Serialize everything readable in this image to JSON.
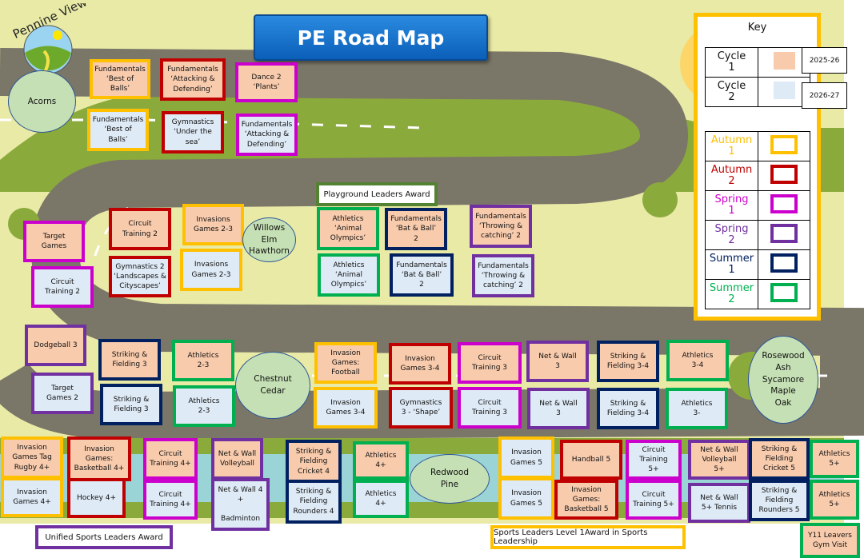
{
  "title": "PE Road Map",
  "logo_text": "Pennine View",
  "colors": {
    "autumn1": "#FFC000",
    "autumn2": "#C00000",
    "spring1": "#CC00CC",
    "spring2": "#7030A0",
    "summer1": "#002060",
    "summer2": "#00B050",
    "cycle1": "#F8CBAD",
    "cycle2": "#DEEAF6",
    "award_green": "#548235"
  },
  "key": {
    "title": "Key",
    "cycles": [
      {
        "label": "Cycle\n1",
        "year": "2025-26",
        "fill": "cycle1"
      },
      {
        "label": "Cycle\n2",
        "year": "2026-27",
        "fill": "cycle2"
      }
    ],
    "terms": [
      {
        "label": "Autumn\n1",
        "color": "autumn1"
      },
      {
        "label": "Autumn\n2",
        "color": "autumn2"
      },
      {
        "label": "Spring\n1",
        "color": "spring1"
      },
      {
        "label": "Spring\n2",
        "color": "spring2"
      },
      {
        "label": "Summer\n1",
        "color": "summer1"
      },
      {
        "label": "Summer\n2",
        "color": "summer2"
      }
    ]
  },
  "groups": [
    "Acorns",
    "Willows\nElm\nHawthorn",
    "Chestnut\nCedar",
    "Redwood\nPine",
    "Rosewood\nAsh\nSycamore\nMaple\nOak"
  ],
  "awards": [
    {
      "text": "Playground Leaders Award",
      "color": "award_green"
    },
    {
      "text": "Unified Sports Leaders Award",
      "color": "spring2"
    },
    {
      "text": "Sports Leaders Level 1Award in Sports Leadership",
      "color": "autumn1"
    }
  ],
  "units": [
    {
      "text": "Fundamentals\n‘Best of\nBalls’",
      "cycle": 1,
      "term": "autumn1"
    },
    {
      "text": "Fundamentals\n‘Attacking &\nDefending’",
      "cycle": 1,
      "term": "autumn2"
    },
    {
      "text": "Dance 2\n‘Plants’",
      "cycle": 1,
      "term": "spring1"
    },
    {
      "text": "Fundamentals\n‘Best of\nBalls’",
      "cycle": 2,
      "term": "autumn1"
    },
    {
      "text": "Gymnastics\n‘Under the\nsea’",
      "cycle": 2,
      "term": "autumn2"
    },
    {
      "text": "Fundamentals\n‘Attacking &\nDefending’",
      "cycle": 2,
      "term": "spring1"
    },
    {
      "text": "Target\nGames",
      "cycle": 1,
      "term": "spring1"
    },
    {
      "text": "Circuit\nTraining 2",
      "cycle": 1,
      "term": "autumn2"
    },
    {
      "text": "Invasions\nGames 2-3",
      "cycle": 1,
      "term": "autumn1"
    },
    {
      "text": "Circuit\nTraining 2",
      "cycle": 2,
      "term": "spring1"
    },
    {
      "text": "Gymnastics 2\n‘Landscapes &\nCityscapes’",
      "cycle": 2,
      "term": "autumn2"
    },
    {
      "text": "Invasions\nGames 2-3",
      "cycle": 2,
      "term": "autumn1"
    },
    {
      "text": "Athletics\n‘Animal\nOlympics’",
      "cycle": 1,
      "term": "summer2"
    },
    {
      "text": "Fundamentals\n‘Bat & Ball’\n2",
      "cycle": 1,
      "term": "summer1"
    },
    {
      "text": "Fundamentals\n‘Throwing &\ncatching’ 2",
      "cycle": 1,
      "term": "spring2"
    },
    {
      "text": "Athletics\n‘Animal\nOlympics’",
      "cycle": 2,
      "term": "summer2"
    },
    {
      "text": "Fundamentals\n‘Bat & Ball’\n2",
      "cycle": 2,
      "term": "summer1"
    },
    {
      "text": "Fundamentals\n‘Throwing &\ncatching’ 2",
      "cycle": 2,
      "term": "spring2"
    },
    {
      "text": "Dodgeball 3",
      "cycle": 1,
      "term": "spring2"
    },
    {
      "text": "Target\nGames 2",
      "cycle": 2,
      "term": "spring2"
    },
    {
      "text": "Striking &\nFielding 3",
      "cycle": 1,
      "term": "summer1"
    },
    {
      "text": "Striking &\nFielding 3",
      "cycle": 2,
      "term": "summer1"
    },
    {
      "text": "Athletics\n2-3",
      "cycle": 1,
      "term": "summer2"
    },
    {
      "text": "Athletics\n2-3",
      "cycle": 2,
      "term": "summer2"
    },
    {
      "text": "Invasion\nGames:\nFootball",
      "cycle": 1,
      "term": "autumn1"
    },
    {
      "text": "Invasion\nGames 3-4",
      "cycle": 2,
      "term": "autumn1"
    },
    {
      "text": "Invasion\nGames 3-4",
      "cycle": 1,
      "term": "autumn2"
    },
    {
      "text": "Gymnastics\n3 - ‘Shape’",
      "cycle": 2,
      "term": "autumn2"
    },
    {
      "text": "Circuit\nTraining 3",
      "cycle": 1,
      "term": "spring1"
    },
    {
      "text": "Circuit\nTraining 3",
      "cycle": 2,
      "term": "spring1"
    },
    {
      "text": "Net & Wall\n3",
      "cycle": 1,
      "term": "spring2"
    },
    {
      "text": "Net & Wall\n3",
      "cycle": 2,
      "term": "spring2"
    },
    {
      "text": "Striking &\nFielding 3-4",
      "cycle": 1,
      "term": "summer1"
    },
    {
      "text": "Striking &\nFielding 3-4",
      "cycle": 2,
      "term": "summer1"
    },
    {
      "text": "Athletics\n3-4",
      "cycle": 1,
      "term": "summer2"
    },
    {
      "text": "Athletics\n3-",
      "cycle": 2,
      "term": "summer2"
    },
    {
      "text": "Invasion\nGames Tag\nRugby 4+",
      "cycle": 1,
      "term": "autumn1"
    },
    {
      "text": "Invasion\nGames 4+",
      "cycle": 2,
      "term": "autumn1"
    },
    {
      "text": "Invasion\nGames:\nBasketball 4+",
      "cycle": 1,
      "term": "autumn2"
    },
    {
      "text": "Hockey 4+",
      "cycle": 2,
      "term": "autumn2"
    },
    {
      "text": "Circuit\nTraining 4+",
      "cycle": 1,
      "term": "spring1"
    },
    {
      "text": "Circuit\nTraining 4+",
      "cycle": 2,
      "term": "spring1"
    },
    {
      "text": "Net & Wall\nVolleyball",
      "cycle": 1,
      "term": "spring2"
    },
    {
      "text": "Net & Wall 4\n+\n\nBadminton",
      "cycle": 2,
      "term": "spring2"
    },
    {
      "text": "Striking &\nFielding\nCricket 4",
      "cycle": 1,
      "term": "summer1"
    },
    {
      "text": "Striking &\nFielding\nRounders 4",
      "cycle": 2,
      "term": "summer1"
    },
    {
      "text": "Athletics\n4+",
      "cycle": 1,
      "term": "summer2"
    },
    {
      "text": "Athletics\n4+",
      "cycle": 2,
      "term": "summer2"
    },
    {
      "text": "Invasion\nGames 5",
      "cycle": 2,
      "term": "autumn1"
    },
    {
      "text": "Invasion\nGames 5",
      "cycle": 2,
      "term": "autumn1"
    },
    {
      "text": "Handball 5",
      "cycle": 1,
      "term": "autumn2"
    },
    {
      "text": "Invasion\nGames:\nBasketball 5",
      "cycle": 1,
      "term": "autumn2"
    },
    {
      "text": "Circuit\nTraining\n5+",
      "cycle": 2,
      "term": "spring1"
    },
    {
      "text": "Circuit\nTraining 5+",
      "cycle": 2,
      "term": "spring1"
    },
    {
      "text": "Net & Wall\nVolleyball\n5+",
      "cycle": 1,
      "term": "spring2"
    },
    {
      "text": "Net & Wall\n5+ Tennis",
      "cycle": 2,
      "term": "spring2"
    },
    {
      "text": "Striking &\nFielding\nCricket 5",
      "cycle": 1,
      "term": "summer1"
    },
    {
      "text": "Striking &\nFielding\nRounders 5",
      "cycle": 2,
      "term": "summer1"
    },
    {
      "text": "Athletics\n5+",
      "cycle": 1,
      "term": "summer2"
    },
    {
      "text": "Athletics\n5+",
      "cycle": 1,
      "term": "summer2"
    },
    {
      "text": "Y11 Leavers\nGym Visit",
      "cycle": 1,
      "term": "summer2"
    }
  ]
}
